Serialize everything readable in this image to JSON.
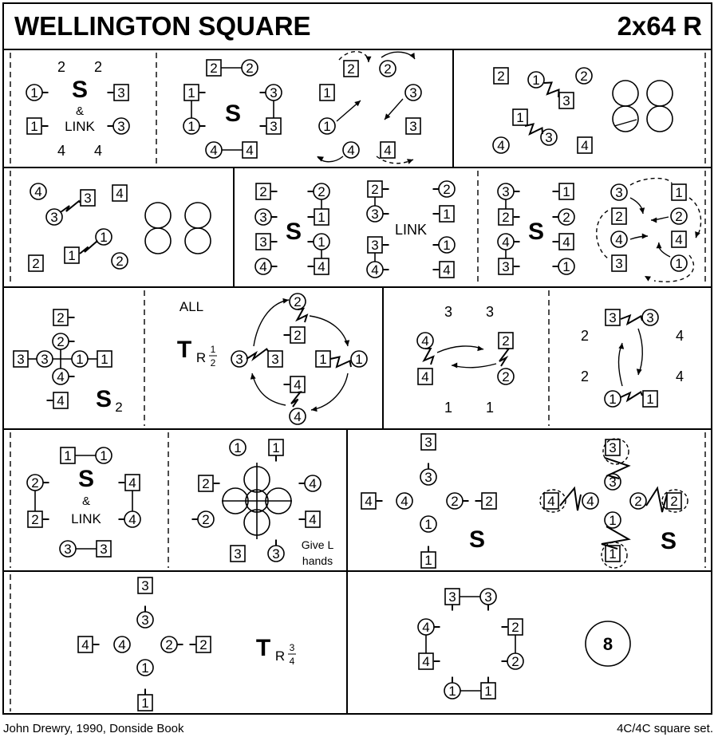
{
  "header": {
    "title": "WELLINGTON SQUARE",
    "bars": "2x64 R"
  },
  "footer": {
    "credits": "John Drewry, 1990, Donside Book",
    "set": "4C/4C  square set."
  },
  "labels": {
    "s": "S",
    "amp": "&",
    "link": "LINK",
    "all": "ALL",
    "t": "T",
    "r": "R",
    "half_num": "1",
    "half_den": "2",
    "three_num": "3",
    "four_den": "4",
    "s2_base": "S",
    "s2_sub": "2",
    "give_l": "Give L",
    "hands": "hands",
    "bars8": "8"
  },
  "dancers": [
    "1",
    "2",
    "3",
    "4"
  ]
}
